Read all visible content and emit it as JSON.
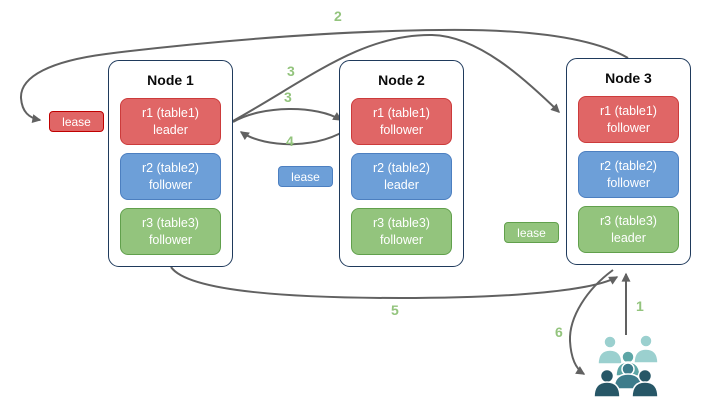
{
  "diagram": {
    "nodes": [
      {
        "title": "Node 1",
        "replicas": [
          {
            "name": "r1 (table1)",
            "role": "leader",
            "color": "red"
          },
          {
            "name": "r2 (table2)",
            "role": "follower",
            "color": "blue"
          },
          {
            "name": "r3 (table3)",
            "role": "follower",
            "color": "green"
          }
        ]
      },
      {
        "title": "Node 2",
        "replicas": [
          {
            "name": "r1 (table1)",
            "role": "follower",
            "color": "red"
          },
          {
            "name": "r2 (table2)",
            "role": "leader",
            "color": "blue"
          },
          {
            "name": "r3 (table3)",
            "role": "follower",
            "color": "green"
          }
        ]
      },
      {
        "title": "Node 3",
        "replicas": [
          {
            "name": "r1 (table1)",
            "role": "follower",
            "color": "red"
          },
          {
            "name": "r2 (table2)",
            "role": "follower",
            "color": "blue"
          },
          {
            "name": "r3 (table3)",
            "role": "leader",
            "color": "green"
          }
        ]
      }
    ],
    "leases": [
      {
        "label": "lease",
        "color": "red"
      },
      {
        "label": "lease",
        "color": "blue"
      },
      {
        "label": "lease",
        "color": "green"
      }
    ],
    "flow_numbers": {
      "n1": "1",
      "n2": "2",
      "n3_upper": "3",
      "n3_lower": "3",
      "n4": "4",
      "n5": "5",
      "n6": "6"
    },
    "icons": {
      "users": "users-icon"
    },
    "colors": {
      "replica_red": "#e06666",
      "replica_red_border": "#cc3b3b",
      "replica_blue": "#6d9fd8",
      "replica_blue_border": "#4c7fc0",
      "replica_green": "#93c47d",
      "replica_green_border": "#61a04c",
      "lease_red_border": "#c00000",
      "node_border": "#1f3a5c",
      "arrow": "#616161",
      "flow_number": "#93c47d",
      "users_light": "#9bd0cf",
      "users_medium": "#5da6a6",
      "users_medium_dark": "#3d7c8b",
      "users_dark": "#275767"
    }
  }
}
